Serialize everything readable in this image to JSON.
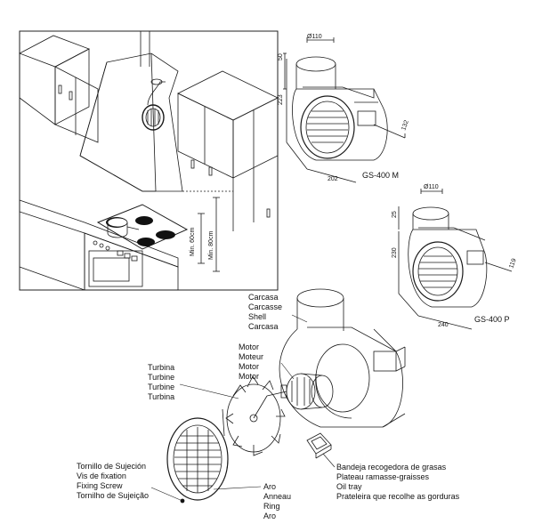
{
  "kitchen": {
    "dims": {
      "min_60": "Min. 60cm",
      "min_80": "Min. 80cm"
    }
  },
  "models": [
    {
      "name": "GS-400 M",
      "dims": [
        "Ø110",
        "50",
        "223",
        "202",
        "132"
      ]
    },
    {
      "name": "GS-400 P",
      "dims": [
        "Ø110",
        "25",
        "230",
        "240",
        "119"
      ]
    }
  ],
  "parts": {
    "shell": [
      "Carcasa",
      "Carcasse",
      "Shell",
      "Carcasa"
    ],
    "motor": [
      "Motor",
      "Moteur",
      "Motor",
      "Motor"
    ],
    "turbine": [
      "Turbina",
      "Turbine",
      "Turbine",
      "Turbina"
    ],
    "screw": [
      "Tornillo de Sujeción",
      "Vis de fixation",
      "Fixing Screw",
      "Tornilho de Sujeição"
    ],
    "ring": [
      "Aro",
      "Anneau",
      "Ring",
      "Aro"
    ],
    "tray": [
      "Bandeja recogedora de grasas",
      "Plateau ramasse-graisses",
      "Oil tray",
      "Prateleira que recolhe as gorduras"
    ]
  }
}
